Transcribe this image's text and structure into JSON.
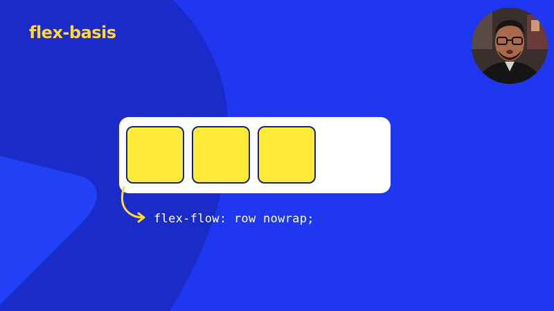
{
  "slide": {
    "title": "flex-basis",
    "code_label": "flex-flow: row nowrap;"
  },
  "demo": {
    "item_count": 3
  },
  "colors": {
    "background": "#1f37f0",
    "blob": "#1a2bc9",
    "title": "#ffd83a",
    "container": "#ffffff",
    "item_fill": "#ffea3a",
    "item_border": "#15208a",
    "arrow": "#ffd83a",
    "code_text": "#ffffff"
  },
  "icons": {
    "arrow": "curved-arrow-icon",
    "presenter": "presenter-webcam-avatar"
  }
}
